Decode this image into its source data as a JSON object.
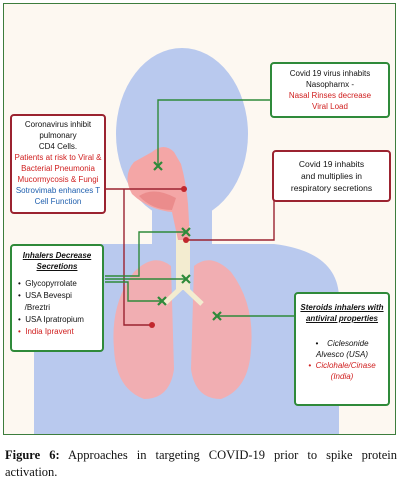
{
  "boxes": {
    "nasopharynx": {
      "lines": [
        "Covid 19 virus inhabits",
        "Nasopharnx -"
      ],
      "red_lines": [
        "Nasal Rinses decrease",
        "Viral Load"
      ]
    },
    "cd4": {
      "lines": [
        "Coronavirus inhibit",
        "pulmonary",
        "CD4 Cells."
      ],
      "red_lines": [
        "Patients at risk to Viral &",
        "Bacterial Pneumonia",
        "Mucormycosis & Fungi"
      ],
      "blue_lines": [
        "Sotrovimab enhances T",
        "Cell Function"
      ]
    },
    "secretions": {
      "lines": [
        "Covid 19 inhabits",
        "and multiplies in",
        "respiratory secretions"
      ]
    },
    "inhalers": {
      "title_lines": [
        "Inhalers Decrease",
        "Secretions"
      ],
      "items": [
        "Glycopyrrolate",
        "USA Bevespi",
        "/Breztri",
        "USA Ipratropium",
        "India Ipravent"
      ]
    },
    "steroids": {
      "title_lines": [
        "Steroids inhalers with",
        "antiviral properties"
      ],
      "items": [
        "Ciclesonide",
        "Alvesco (USA)",
        "Ciclohale/Cinase",
        "(India)"
      ]
    }
  },
  "caption": {
    "label": "Figure 6:",
    "text": "Approaches in targeting COVID-19 prior to spike protein activation."
  },
  "colors": {
    "body": "#b9c9ee",
    "lung": "#f1aeb2",
    "airway": "#f4a6a6",
    "trachea": "#f3ecd0",
    "green": "#2f8a3a",
    "red": "#9b2330",
    "red_text": "#d02020",
    "blue_text": "#1f5fae"
  },
  "icons": {
    "marker": "x-mark-icon",
    "point": "red-dot-icon"
  }
}
